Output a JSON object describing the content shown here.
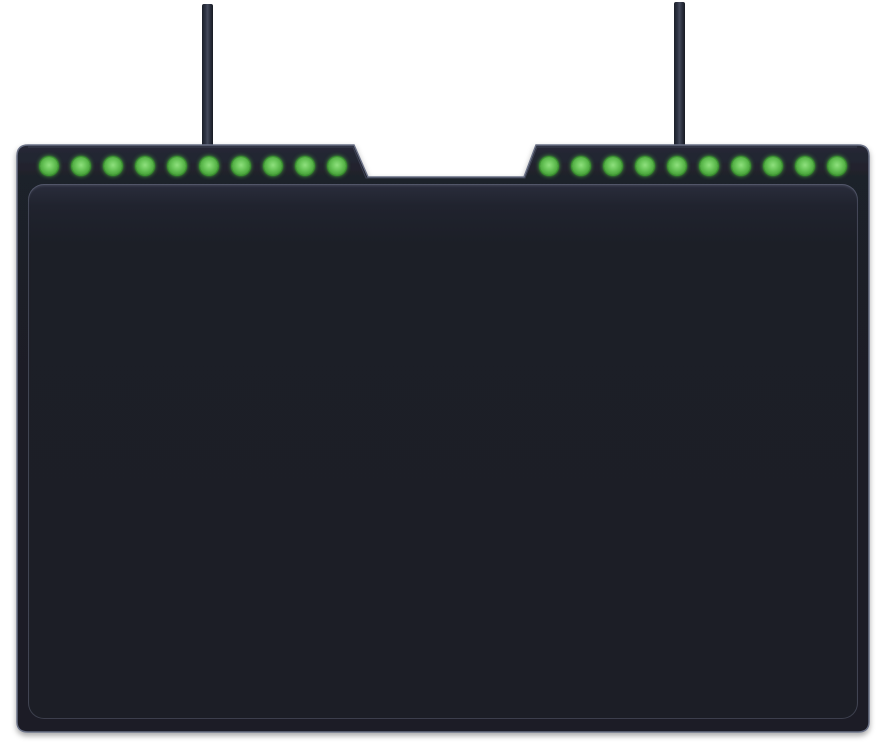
{
  "device": {
    "body_color": "#1d1f27",
    "bezel_color": "#2b2f3d",
    "screen_color": "#1c1e26",
    "cable_color": "#2d3242"
  },
  "indicator_banks": [
    {
      "name": "left",
      "count": 10,
      "color": "#6cc85c",
      "state": "on"
    },
    {
      "name": "right",
      "count": 10,
      "color": "#6cc85c",
      "state": "on"
    }
  ],
  "screen": {
    "content": ""
  }
}
